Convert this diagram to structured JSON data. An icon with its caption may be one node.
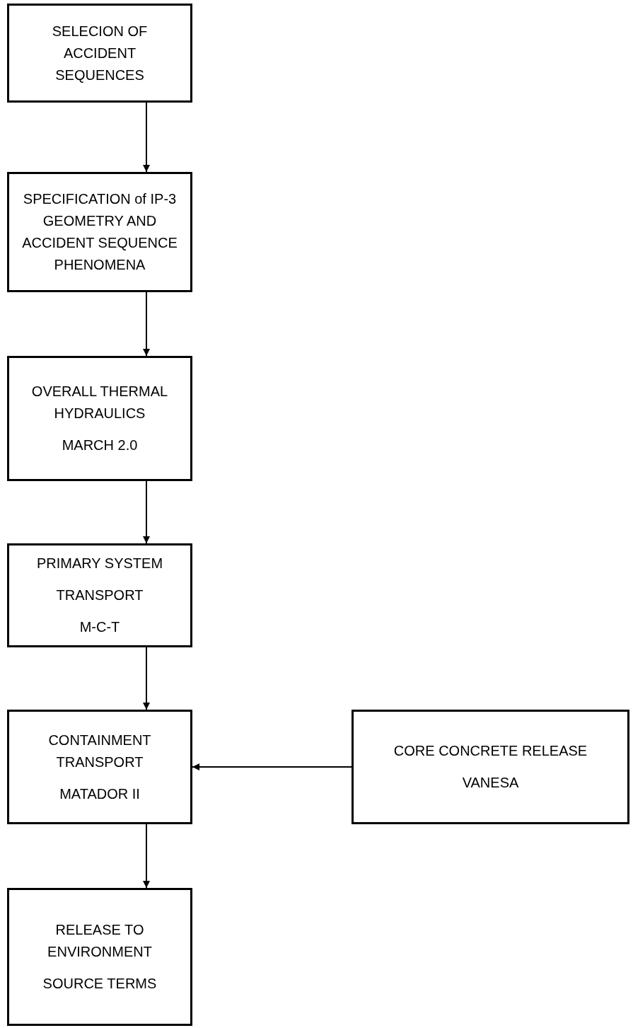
{
  "diagram": {
    "nodes": [
      {
        "text": [
          "SELECION OF ACCIDENT SEQUENCES"
        ]
      },
      {
        "text": [
          "SPECIFICATION of IP-3 GEOMETRY AND ACCIDENT SEQUENCE PHENOMENA"
        ]
      },
      {
        "text": [
          "OVERALL THERMAL HYDRAULICS",
          "MARCH 2.0"
        ]
      },
      {
        "text": [
          "PRIMARY SYSTEM",
          "TRANSPORT",
          "M-C-T"
        ]
      },
      {
        "text": [
          "CONTAINMENT TRANSPORT",
          "MATADOR II"
        ]
      },
      {
        "text": [
          "CORE CONCRETE RELEASE",
          "VANESA"
        ]
      },
      {
        "text": [
          "RELEASE TO ENVIRONMENT",
          "SOURCE TERMS"
        ]
      }
    ],
    "edges": [
      {
        "from": 0,
        "to": 1,
        "arrow": "to"
      },
      {
        "from": 1,
        "to": 2,
        "arrow": "to"
      },
      {
        "from": 2,
        "to": 3,
        "arrow": "to"
      },
      {
        "from": 3,
        "to": 4,
        "arrow": "to"
      },
      {
        "from": 5,
        "to": 4,
        "arrow": "to"
      },
      {
        "from": 4,
        "to": 6,
        "arrow": "to"
      }
    ]
  }
}
